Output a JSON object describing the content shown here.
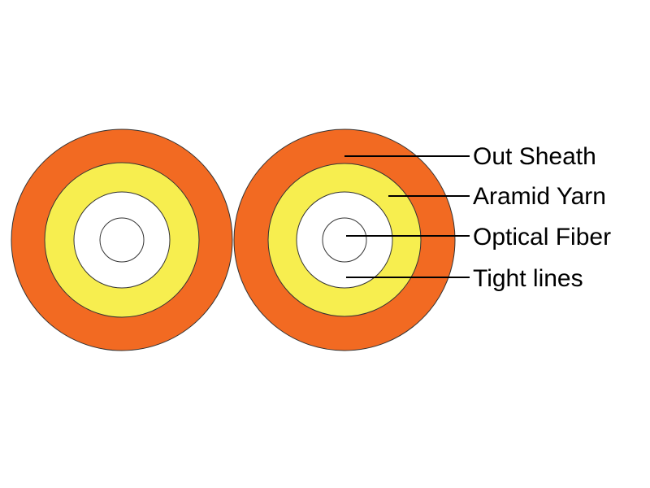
{
  "labels": {
    "out_sheath": "Out Sheath",
    "aramid_yarn": "Aramid Yarn",
    "optical_fiber": "Optical Fiber",
    "tight_lines": "Tight lines"
  },
  "colors": {
    "out_sheath": "#F26A22",
    "aramid_yarn": "#F7EE4F",
    "tight_buffer": "#FFFFFF",
    "fiber": "#FFFFFF",
    "outline": "#333333",
    "text": "#000000"
  }
}
